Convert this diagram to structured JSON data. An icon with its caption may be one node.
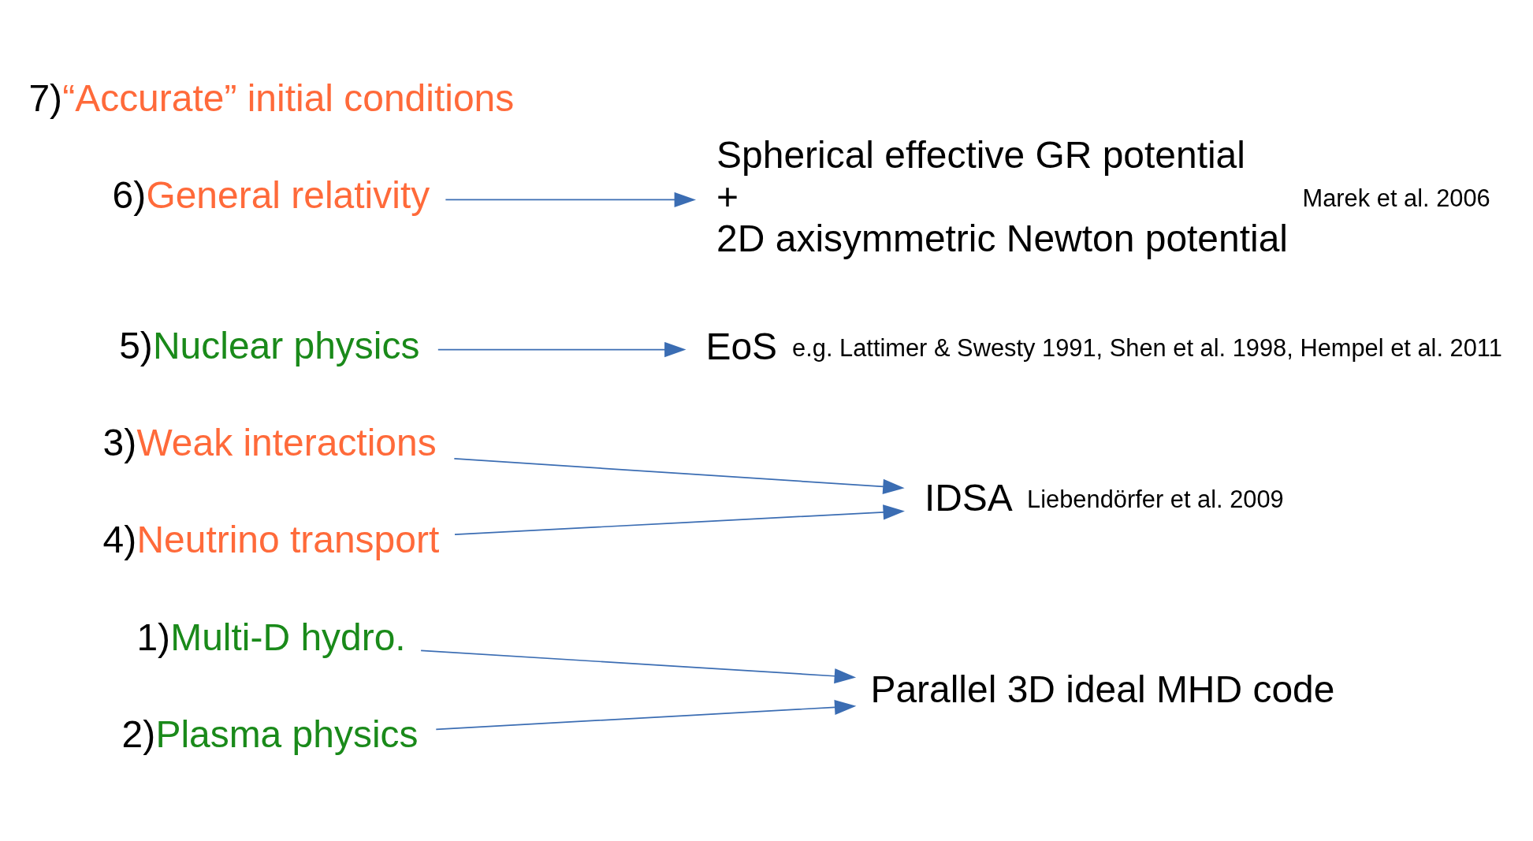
{
  "diagram": {
    "nodes": [
      {
        "text": [
          "1)",
          "Multi-D hydro."
        ]
      },
      {
        "text": [
          "2)",
          "Plasma physics"
        ]
      },
      {
        "text": [
          "3)",
          "Weak interactions"
        ]
      },
      {
        "text": [
          "4)",
          "Neutrino transport"
        ]
      },
      {
        "text": [
          "5)",
          "Nuclear physics"
        ]
      },
      {
        "text": [
          "6)",
          "General relativity"
        ]
      },
      {
        "text": [
          "7)",
          "“Accurate” initial conditions"
        ]
      },
      {
        "text": [
          "Parallel 3D ideal MHD code"
        ]
      },
      {
        "text": [
          "IDSA"
        ],
        "beside": [
          "Liebendörfer et al. 2009"
        ]
      },
      {
        "text": [
          "EoS"
        ],
        "beside": [
          "e.g. Lattimer & Swesty 1991, Shen et al. 1998, Hempel et al. 2011"
        ]
      },
      {
        "text": [
          "Spherical effective GR potential",
          "+",
          "2D axisymmetric Newton potential"
        ],
        "beside": [
          "Marek et al. 2006"
        ]
      }
    ],
    "edges": [
      {
        "from": 0,
        "to": 7,
        "arrow": "to"
      },
      {
        "from": 1,
        "to": 7,
        "arrow": "to"
      },
      {
        "from": 2,
        "to": 8,
        "arrow": "to"
      },
      {
        "from": 3,
        "to": 8,
        "arrow": "to"
      },
      {
        "from": 4,
        "to": 9,
        "arrow": "to"
      },
      {
        "from": 5,
        "to": 10,
        "arrow": "to"
      }
    ]
  }
}
